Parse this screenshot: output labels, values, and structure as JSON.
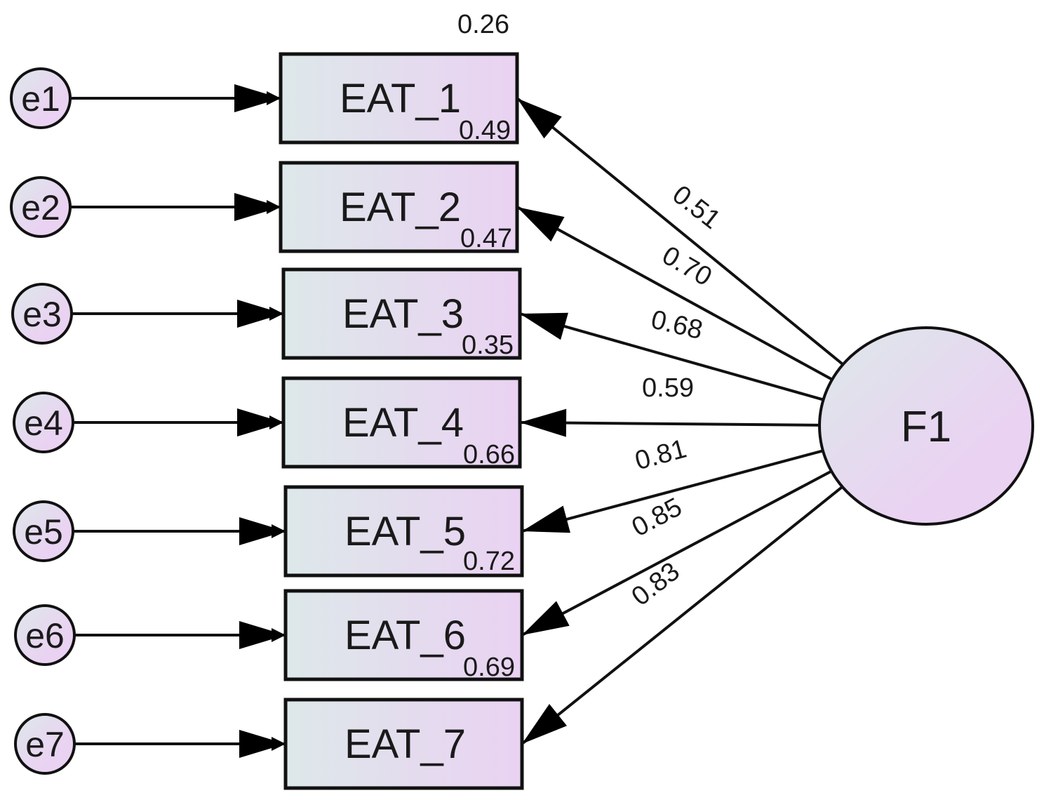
{
  "diagram": {
    "type": "SEM path diagram (CFA)",
    "latent": {
      "id": "F1",
      "label": "F1"
    },
    "observed": [
      {
        "id": "EAT_1",
        "label": "EAT_1",
        "error": "e1",
        "loading": "0.51",
        "r2": "0.26"
      },
      {
        "id": "EAT_2",
        "label": "EAT_2",
        "error": "e2",
        "loading": "0.70",
        "r2": "0.49"
      },
      {
        "id": "EAT_3",
        "label": "EAT_3",
        "error": "e3",
        "loading": "0.68",
        "r2": "0.47"
      },
      {
        "id": "EAT_4",
        "label": "EAT_4",
        "error": "e4",
        "loading": "0.59",
        "r2": "0.35"
      },
      {
        "id": "EAT_5",
        "label": "EAT_5",
        "error": "e5",
        "loading": "0.81",
        "r2": "0.66"
      },
      {
        "id": "EAT_6",
        "label": "EAT_6",
        "error": "e6",
        "loading": "0.85",
        "r2": "0.72"
      },
      {
        "id": "EAT_7",
        "label": "EAT_7",
        "error": "e7",
        "loading": "0.83",
        "r2": "0.69"
      }
    ],
    "colors": {
      "fill_start": "#dde8ea",
      "fill_end": "#ead2f2",
      "stroke": "#111111"
    }
  }
}
